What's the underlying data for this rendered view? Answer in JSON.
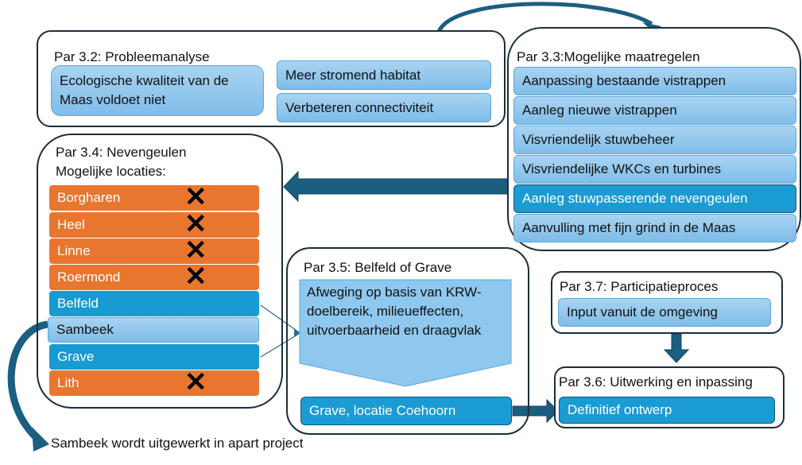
{
  "colors": {
    "arrow": "#1b5f80",
    "orange": "#e8762e",
    "blue": "#189ad3",
    "light_blue": "#8ec8ee",
    "frame": "#1c2e3a"
  },
  "par32": {
    "title": "Par 3.2: Probleemanalyse",
    "problem": "Ecologische kwaliteit van de Maas voldoet niet",
    "outcomes": [
      "Meer stromend habitat",
      "Verbeteren connectiviteit"
    ]
  },
  "par33": {
    "title": "Par 3.3:Mogelijke maatregelen",
    "items": [
      {
        "label": "Aanpassing bestaande vistrappen",
        "selected": false
      },
      {
        "label": "Aanleg nieuwe vistrappen",
        "selected": false
      },
      {
        "label": "Visvriendelijk stuwbeheer",
        "selected": false
      },
      {
        "label": "Visvriendelijke WKCs en turbines",
        "selected": false
      },
      {
        "label": "Aanleg stuwpasserende nevengeulen",
        "selected": true
      },
      {
        "label": "Aanvulling met fijn grind in de Maas",
        "selected": false
      }
    ]
  },
  "par34": {
    "title": "Par 3.4: Nevengeulen",
    "subtitle": "Mogelijke locaties:",
    "locations": [
      {
        "label": "Borgharen",
        "status": "rejected"
      },
      {
        "label": "Heel",
        "status": "rejected"
      },
      {
        "label": "Linne",
        "status": "rejected"
      },
      {
        "label": "Roermond",
        "status": "rejected"
      },
      {
        "label": "Belfeld",
        "status": "candidate"
      },
      {
        "label": "Sambeek",
        "status": "separate"
      },
      {
        "label": "Grave",
        "status": "candidate"
      },
      {
        "label": "Lith",
        "status": "rejected"
      }
    ],
    "x_mark": "✕"
  },
  "par35": {
    "title": "Par 3.5: Belfeld of Grave",
    "criteria": "Afweging op basis van KRW-doelbereik, milieueffecten, uitvoerbaarheid en draagvlak",
    "result": "Grave, locatie Coehoorn"
  },
  "par37": {
    "title": "Par 3.7: Participatieproces",
    "item": "Input vanuit de omgeving"
  },
  "par36": {
    "title": "Par 3.6: Uitwerking en inpassing",
    "item": "Definitief ontwerp"
  },
  "note": "Sambeek wordt uitgewerkt in apart project"
}
